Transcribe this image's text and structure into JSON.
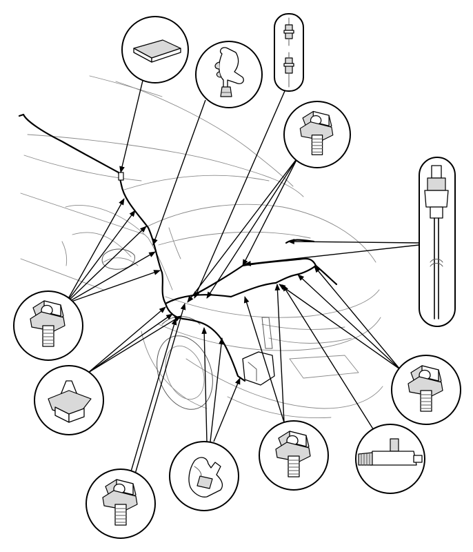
{
  "diagram": {
    "callouts": [
      {
        "name": "foam-pad-callout",
        "part": "foam-pad-icon"
      },
      {
        "name": "hose-clip-callout-top",
        "part": "hose-clip-icon"
      },
      {
        "name": "hose-joint-callout",
        "part": "hose-joint-icon"
      },
      {
        "name": "clamp-callout-top",
        "part": "hose-clamp-icon"
      },
      {
        "name": "nozzle-tube-callout",
        "part": "washer-nozzle-tube-icon"
      },
      {
        "name": "clamp-callout-left",
        "part": "hose-clamp-icon"
      },
      {
        "name": "clip-callout-left",
        "part": "push-clip-icon"
      },
      {
        "name": "clamp-callout-right",
        "part": "hose-clamp-icon"
      },
      {
        "name": "clip-callout-bottom-center",
        "part": "hook-clip-icon"
      },
      {
        "name": "clamp-callout-bottom-mid",
        "part": "hose-clamp-icon"
      },
      {
        "name": "t-joint-callout",
        "part": "t-joint-icon"
      },
      {
        "name": "clamp-callout-bottom-left",
        "part": "hose-clamp-icon"
      }
    ],
    "colors": {
      "line": "#000000",
      "background": "#ffffff",
      "part_fill": "#d9d9d9"
    }
  }
}
